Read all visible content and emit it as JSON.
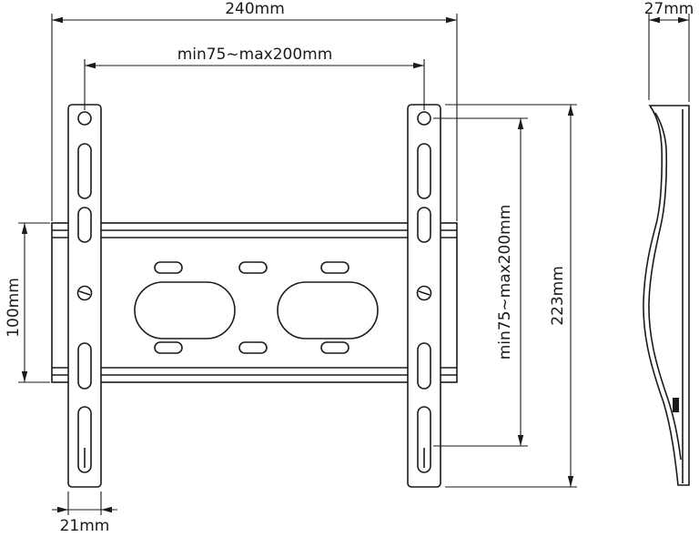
{
  "diagram": {
    "dimensions": {
      "total_width": "240mm",
      "horizontal_hole_span": "min75~max200mm",
      "depth": "27mm",
      "total_height": "223mm",
      "vertical_hole_span": "min75~max200mm",
      "plate_height": "100mm",
      "rail_width": "21mm"
    },
    "colors": {
      "line": "#1a1a1a",
      "background": "#ffffff"
    }
  }
}
